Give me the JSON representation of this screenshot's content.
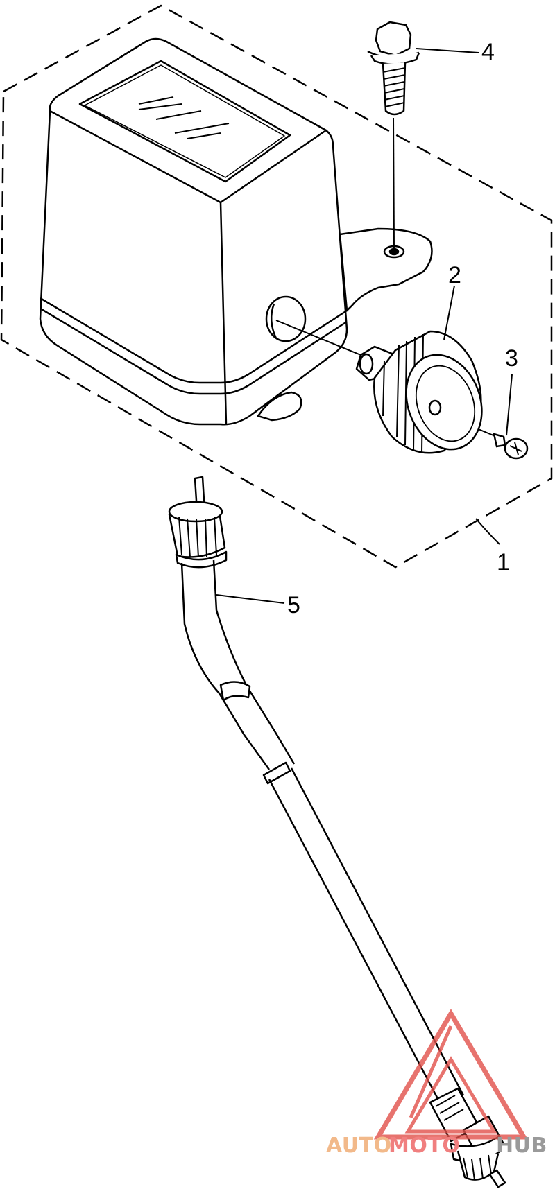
{
  "callouts": {
    "c1": "1",
    "c2": "2",
    "c3": "3",
    "c4": "4",
    "c5": "5"
  },
  "watermark": {
    "part1": "AUTO",
    "part2": "MOTO",
    "part3": "HUB"
  },
  "colors": {
    "line": "#000000",
    "watermark_auto": "#f2b98a",
    "watermark_moto": "#f07f7f",
    "watermark_hub": "#9a9a9a",
    "watermark_logo": "#e2514a"
  }
}
